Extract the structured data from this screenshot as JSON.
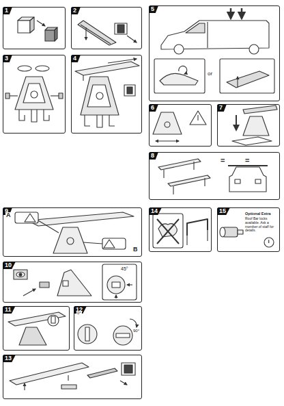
{
  "diagram": {
    "nodes": [
      {
        "text": [
          "1"
        ]
      },
      {
        "text": [
          "2"
        ]
      },
      {
        "text": [
          "3"
        ]
      },
      {
        "text": [
          "4"
        ]
      },
      {
        "text": [
          "5"
        ]
      },
      {
        "text": [
          "6"
        ]
      },
      {
        "text": [
          "7"
        ]
      },
      {
        "text": [
          "8"
        ]
      },
      {
        "text": [
          "9"
        ]
      },
      {
        "text": [
          "10"
        ]
      },
      {
        "text": [
          "11"
        ]
      },
      {
        "text": [
          "12"
        ]
      },
      {
        "text": [
          "13"
        ]
      },
      {
        "text": [
          "14"
        ]
      },
      {
        "text": [
          "15",
          "Optional Extra",
          "Roof Bar locks available. Ask a member of staff for details."
        ]
      }
    ],
    "labels": [
      "or",
      "=",
      "=",
      "A",
      "B",
      "45°",
      "0°",
      "90°",
      "i"
    ]
  }
}
